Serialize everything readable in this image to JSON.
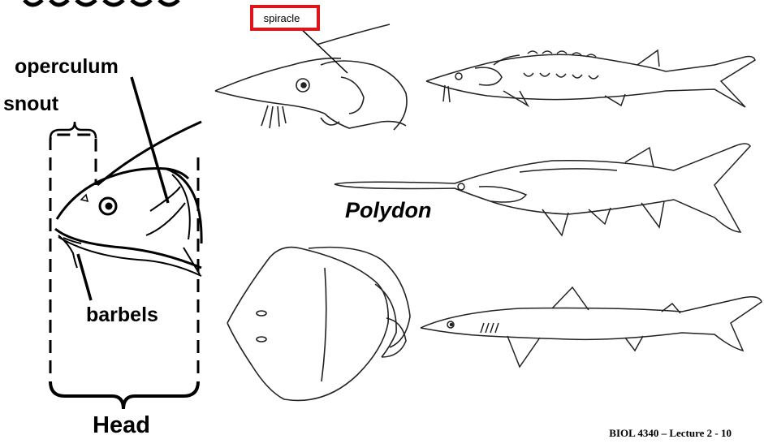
{
  "labels": {
    "operculum": "operculum",
    "snout": "snout",
    "barbels": "barbels",
    "head": "Head",
    "spiracle": "spiracle",
    "polydon": "Polydon"
  },
  "footer": "BIOL 4340 – Lecture 2 - 10",
  "colors": {
    "highlight_box": "#e0141b",
    "ink": "#000000"
  }
}
